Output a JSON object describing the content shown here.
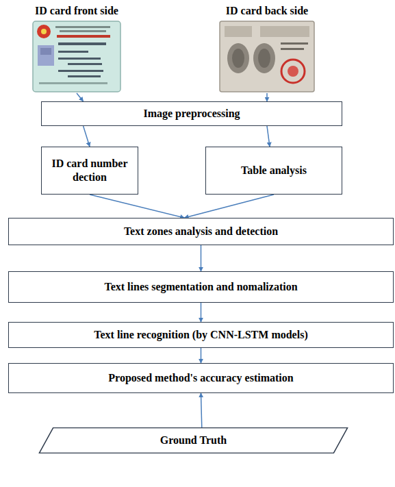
{
  "diagram": {
    "nodes": [
      {
        "text": [
          "ID card front side"
        ]
      },
      {
        "text": [
          "ID card back side"
        ]
      },
      {
        "text": [
          "Image preprocessing"
        ]
      },
      {
        "text": [
          "ID card number dection"
        ]
      },
      {
        "text": [
          "Table analysis"
        ]
      },
      {
        "text": [
          "Text zones analysis and detection"
        ]
      },
      {
        "text": [
          "Text lines segmentation and nomalization"
        ]
      },
      {
        "text": [
          "Text line recognition (by CNN-LSTM models)"
        ]
      },
      {
        "text": [
          "Proposed method's accuracy estimation"
        ]
      },
      {
        "text": [
          "Ground Truth"
        ]
      }
    ],
    "edges": [
      {
        "from": 0,
        "to": 2,
        "arrow": "to"
      },
      {
        "from": 1,
        "to": 2,
        "arrow": "to"
      },
      {
        "from": 2,
        "to": 3,
        "arrow": "to"
      },
      {
        "from": 2,
        "to": 4,
        "arrow": "to"
      },
      {
        "from": 3,
        "to": 5,
        "arrow": "to"
      },
      {
        "from": 4,
        "to": 5,
        "arrow": "to"
      },
      {
        "from": 5,
        "to": 6,
        "arrow": "to"
      },
      {
        "from": 6,
        "to": 7,
        "arrow": "to"
      },
      {
        "from": 7,
        "to": 8,
        "arrow": "to"
      },
      {
        "from": 9,
        "to": 8,
        "arrow": "to"
      }
    ]
  }
}
